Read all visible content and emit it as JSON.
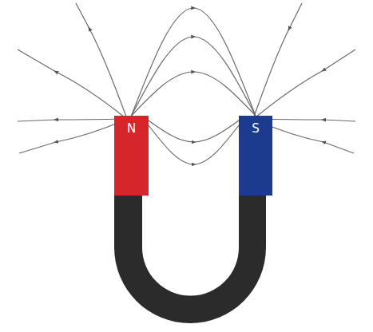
{
  "diagram": {
    "nodes": [
      {
        "text": [
          "N"
        ]
      },
      {
        "text": [
          "S"
        ]
      }
    ],
    "edges": [
      {
        "from": 0,
        "to": 1,
        "arrow": "to"
      },
      {
        "from": 0,
        "to": 1,
        "arrow": "to"
      },
      {
        "from": 0,
        "to": 1,
        "arrow": "to"
      },
      {
        "from": 0,
        "to": 1,
        "arrow": "to"
      },
      {
        "from": 0,
        "to": 1,
        "arrow": "to"
      }
    ]
  }
}
